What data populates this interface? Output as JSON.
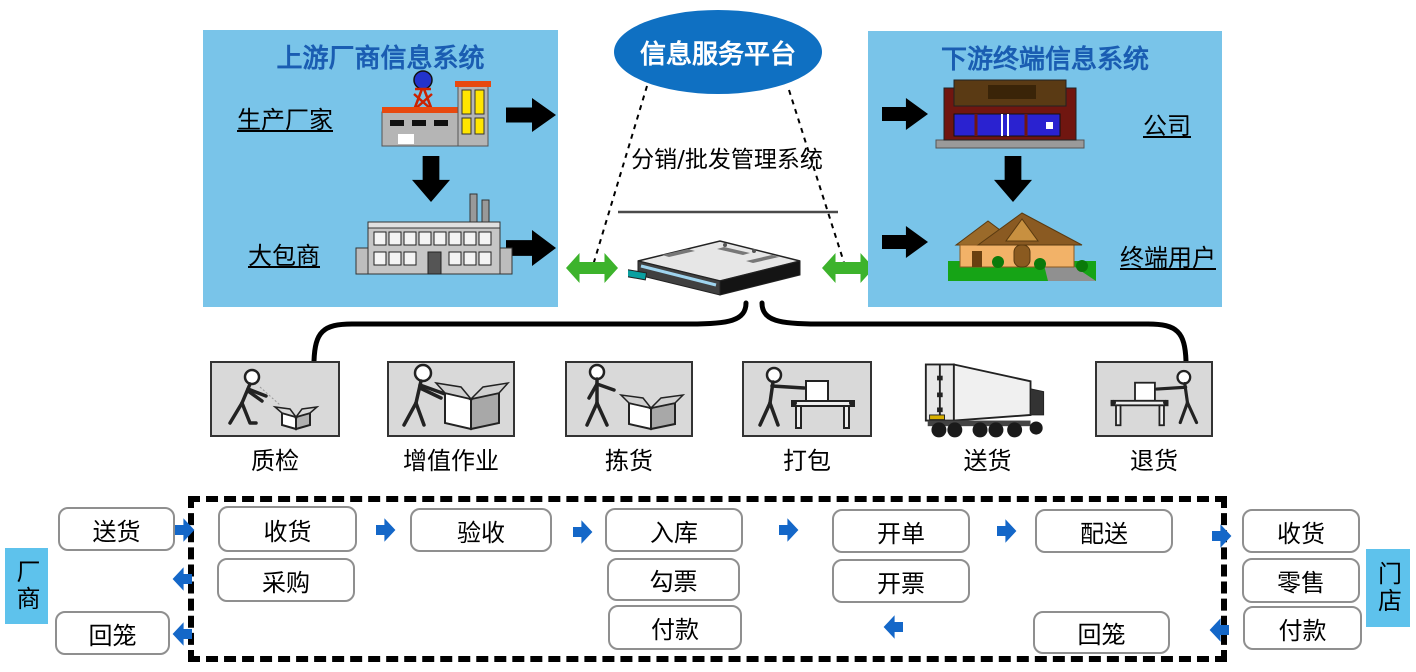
{
  "upstream": {
    "title": "上游厂商信息系统",
    "producer": "生产厂家",
    "wholesaler": "大包商"
  },
  "platform": {
    "title": "信息服务平台",
    "system": "分销/批发管理系统"
  },
  "downstream": {
    "title": "下游终端信息系统",
    "company": "公司",
    "end_user": "终端用户"
  },
  "operations": [
    "质检",
    "增值作业",
    "拣货",
    "打包",
    "送货",
    "退货"
  ],
  "flow": {
    "vendor": "厂商",
    "shop": "门店",
    "vendor_deliver": "送货",
    "vendor_return": "回笼",
    "receive": "收货",
    "purchase": "采购",
    "accept": "验收",
    "stock_in": "入库",
    "check_ticket": "勾票",
    "payment": "付款",
    "billing": "开单",
    "invoice": "开票",
    "delivery": "配送",
    "cash_return": "回笼",
    "shop_receive": "收货",
    "retail": "零售",
    "shop_payment": "付款"
  },
  "colors": {
    "panel_blue": "#79c4e9",
    "entity_blue": "#5ec2ec",
    "title_blue": "#1a5db2",
    "ellipse_blue": "#0f70c2",
    "flow_arrow_blue": "#1467c8",
    "green_arrow": "#3db32c",
    "operation_box_gray": "#d9d9d9"
  }
}
